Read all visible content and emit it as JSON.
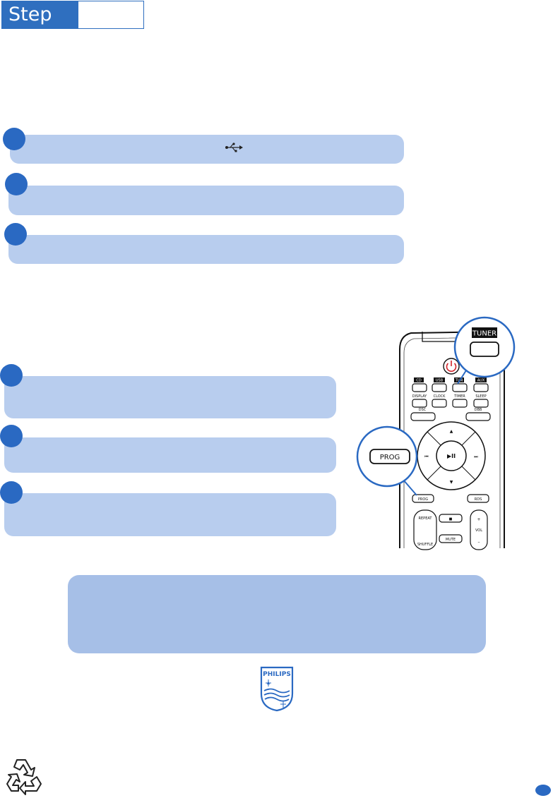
{
  "header": {
    "step_label": "Step"
  },
  "icons": {
    "usb": "usb-icon",
    "power": "power-icon",
    "philips_logo": "philips-shield-logo",
    "recycle": "recycle-icon"
  },
  "remote": {
    "callout_tuner": "TUNER",
    "callout_prog": "PROG",
    "source_buttons": [
      "CD",
      "USB",
      "TUN",
      "AUX"
    ],
    "row2_buttons": [
      "DISPLAY",
      "CLOCK",
      "TIMER",
      "SLEEP"
    ],
    "dsc": "DSC",
    "dbb": "DBB",
    "play_pause": "▶II",
    "prev": "⏮",
    "next": "⏭",
    "up": "▲",
    "down": "▼",
    "prog_small": "PROG",
    "rds": "RDS",
    "repeat": "REPEAT",
    "shuffle": "SHUFFLE",
    "stop": "■",
    "mute": "MUTE",
    "vol": "VOL",
    "vol_plus": "+",
    "vol_minus": "–"
  },
  "colors": {
    "accent": "#2a69c2",
    "step_bar": "#b8cdee",
    "tip_box": "#a6bfe7",
    "power_red": "#d2232a"
  }
}
